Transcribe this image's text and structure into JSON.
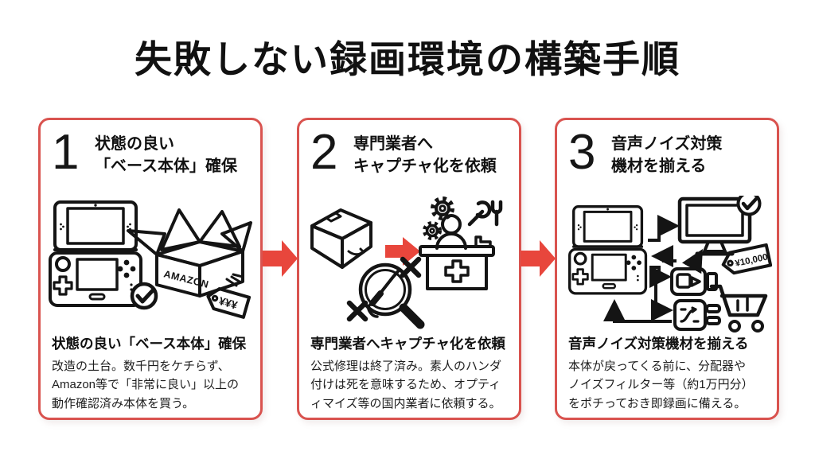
{
  "title": "失敗しない録画環境の構築手順",
  "colors": {
    "accent_red": "#e8463c",
    "card_border": "#d9534f",
    "ink": "#141414",
    "background": "#ffffff"
  },
  "steps": [
    {
      "number": "1",
      "heading": "状態の良い\n「ベース本体」確保",
      "subheading": "状態の良い「ベース本体」確保",
      "body": "改造の土台。数千円をケチらず、\nAmazon等で「非常に良い」以上の\n動作確認済み本体を買う。",
      "icons": [
        "nintendo-3ds-icon",
        "check-circle-icon",
        "amazon-open-box-icon",
        "price-tag-icon"
      ],
      "labels": {
        "box_brand": "AMAZON",
        "price_tag": "¥¥¥"
      }
    },
    {
      "number": "2",
      "heading": "専門業者へ\nキャプチャ化を依頼",
      "subheading": "専門業者へキャプチャ化を依頼",
      "body": "公式修理は終了済み。素人のハンダ\n付けは死を意味するため、オプティ\nィマイズ等の国内業者に依頼する。",
      "icons": [
        "shipping-box-icon",
        "flow-arrow-icon",
        "gears-icon",
        "wrench-icon",
        "repair-counter-icon",
        "person-icon",
        "no-diy-soldering-icon",
        "x-mark-icon"
      ],
      "labels": {}
    },
    {
      "number": "3",
      "heading": "音声ノイズ対策\n機材を揃える",
      "subheading": "音声ノイズ対策機材を揃える",
      "body": "本体が戻ってくる前に、分配器や\nノイズフィルター等（約1万円分）\nをポチっておき即録画に備える。",
      "icons": [
        "nintendo-3ds-icon",
        "monitor-icon",
        "check-circle-icon",
        "capture-camera-icon",
        "splitter-plug-icon",
        "price-tag-icon",
        "shopping-cart-icon",
        "connection-arrows-icon"
      ],
      "labels": {
        "price_tag": "¥10,000"
      }
    }
  ]
}
